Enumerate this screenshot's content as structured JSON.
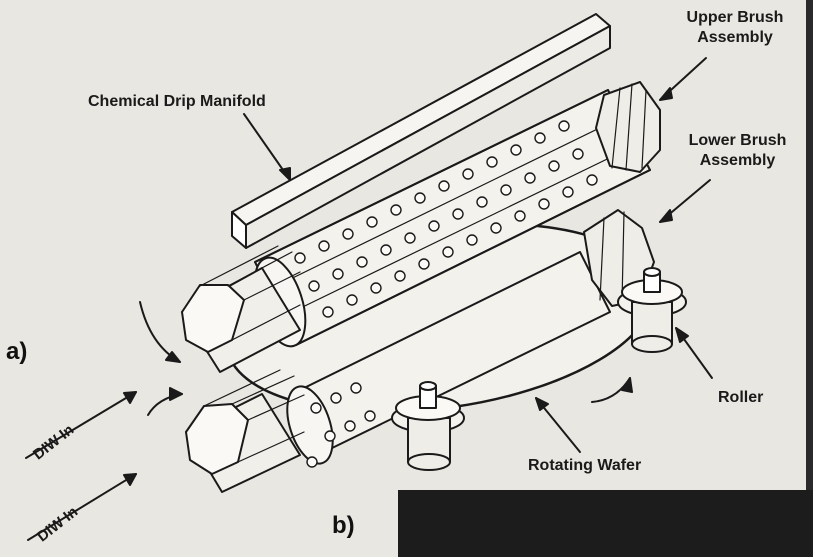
{
  "figure": {
    "labels": {
      "upper_brush": "Upper Brush\nAssembly",
      "lower_brush": "Lower Brush\nAssembly",
      "manifold": "Chemical Drip Manifold",
      "roller": "Roller",
      "wafer": "Rotating Wafer",
      "diw_in_1": "DIW In",
      "diw_in_2": "DIW In"
    },
    "parts": {
      "a": "a)",
      "b": "b)"
    }
  }
}
